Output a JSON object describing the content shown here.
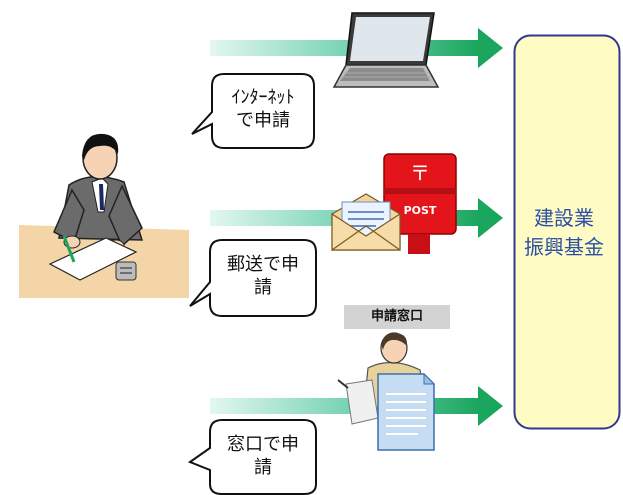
{
  "destination": {
    "label_line1": "建設業",
    "label_line2": "振興基金",
    "fill": "#fefbc5",
    "border": "#2e3a8c"
  },
  "methods": [
    {
      "id": "internet",
      "bubble_line1": "ｲﾝﾀｰﾈｯﾄ",
      "bubble_line2": "で申請",
      "icon": "laptop-icon"
    },
    {
      "id": "mail",
      "bubble_line1": "郵送で申",
      "bubble_line2": "請",
      "icon": "mail-envelope-icon"
    },
    {
      "id": "counter",
      "bubble_line1": "窓口で申",
      "bubble_line2": "請",
      "icon": "clerk-document-icon"
    }
  ],
  "counter_sign": "申請窓口",
  "postbox_text": "POST",
  "arrow_gradient": {
    "start": "#e3f7f0",
    "mid": "#6fd0b0",
    "end": "#1aa65c"
  }
}
